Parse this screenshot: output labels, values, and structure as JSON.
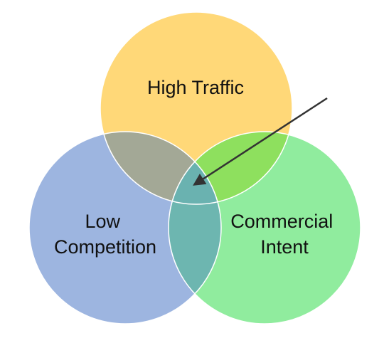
{
  "diagram": {
    "sets": [
      {
        "id": "high-traffic",
        "lines": [
          "High Traffic"
        ],
        "color": "#FFD878"
      },
      {
        "id": "low-competition",
        "lines": [
          "Low",
          "Competition"
        ],
        "color": "#9DB5E0"
      },
      {
        "id": "commercial-intent",
        "lines": [
          "Commercial",
          "Intent"
        ],
        "color": "#90EC9E"
      }
    ],
    "overlaps": {
      "traffic_competition": "#A3A896",
      "traffic_intent": "#8EE05E",
      "competition_intent": "#6DB6B0",
      "all_three": "#6AB2B0"
    },
    "arrow": {
      "color": "#333333",
      "points_to": "intersection of all three sets"
    },
    "stroke": "#ffffff"
  }
}
